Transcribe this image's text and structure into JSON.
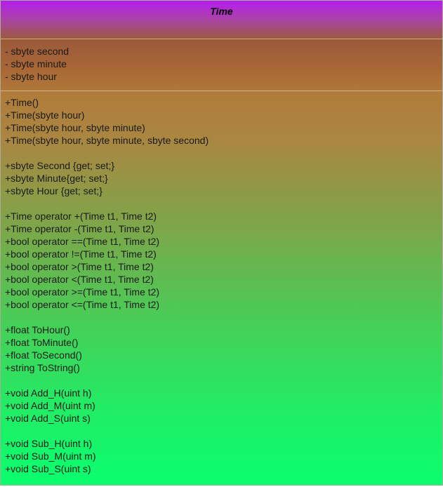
{
  "class_name": "Time",
  "fields": [
    "- sbyte second",
    "- sbyte minute",
    "- sbyte hour"
  ],
  "method_groups": [
    [
      "+Time()",
      "+Time(sbyte hour)",
      "+Time(sbyte hour, sbyte minute)",
      "+Time(sbyte hour, sbyte minute, sbyte second)"
    ],
    [
      "+sbyte Second {get; set;}",
      "+sbyte Minute{get; set;}",
      "+sbyte Hour {get; set;}"
    ],
    [
      "+Time operator +(Time t1, Time t2)",
      "+Time operator -(Time t1, Time t2)",
      "+bool operator ==(Time t1, Time t2)",
      "+bool operator !=(Time t1, Time t2)",
      "+bool operator >(Time t1, Time t2)",
      "+bool operator <(Time t1, Time t2)",
      "+bool operator >=(Time t1, Time t2)",
      "+bool operator <=(Time t1, Time t2)"
    ],
    [
      "+float ToHour()",
      "+float ToMinute()",
      "+float ToSecond()",
      "+string ToString()"
    ],
    [
      "+void Add_H(uint h)",
      "+void Add_M(uint m)",
      "+void Add_S(uint s)"
    ],
    [
      "+void Sub_H(uint h)",
      "+void Sub_M(uint m)",
      "+void Sub_S(uint s)"
    ]
  ]
}
